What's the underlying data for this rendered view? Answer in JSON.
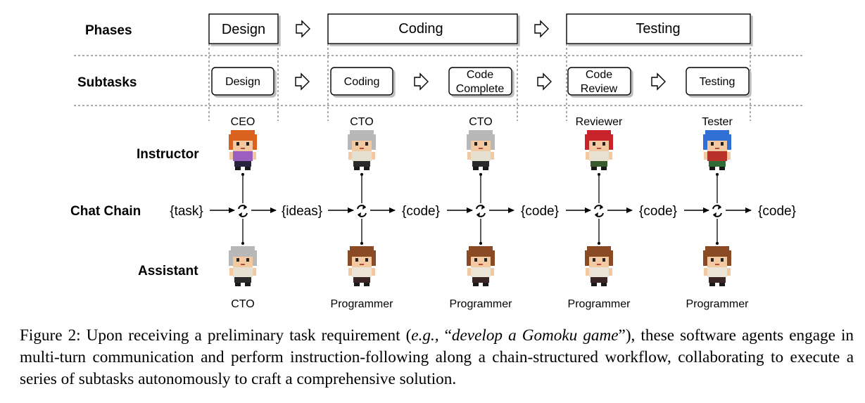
{
  "rows": {
    "phases": "Phases",
    "subtasks": "Subtasks",
    "instructor": "Instructor",
    "chat_chain": "Chat Chain",
    "assistant": "Assistant"
  },
  "phases": [
    "Design",
    "Coding",
    "Testing"
  ],
  "subtasks": [
    {
      "lines": [
        "Design"
      ]
    },
    {
      "lines": [
        "Coding"
      ]
    },
    {
      "lines": [
        "Code",
        "Complete"
      ]
    },
    {
      "lines": [
        "Code",
        "Review"
      ]
    },
    {
      "lines": [
        "Testing"
      ]
    }
  ],
  "chain_tokens": [
    "{task}",
    "{ideas}",
    "{code}",
    "{code}",
    "{code}",
    "{code}"
  ],
  "instructors": [
    {
      "role": "CEO",
      "hair": "#d9621f",
      "shirt": "#9b5fc0",
      "pants": "#2a2340"
    },
    {
      "role": "CTO",
      "hair": "#b8b8b8",
      "shirt": "#e6e0d2",
      "pants": "#2a2a2a"
    },
    {
      "role": "CTO",
      "hair": "#b8b8b8",
      "shirt": "#e6e0d2",
      "pants": "#2a2a2a"
    },
    {
      "role": "Reviewer",
      "hair": "#c8222a",
      "shirt": "#e8e0d0",
      "pants": "#3a5a30"
    },
    {
      "role": "Tester",
      "hair": "#2f6fd6",
      "shirt": "#b8322a",
      "pants": "#2f6b36"
    }
  ],
  "assistants": [
    {
      "role": "CTO",
      "hair": "#b8b8b8",
      "shirt": "#e6e0d2",
      "pants": "#2a2a2a"
    },
    {
      "role": "Programmer",
      "hair": "#8a4a24",
      "shirt": "#ece4d6",
      "pants": "#3a2424"
    },
    {
      "role": "Programmer",
      "hair": "#8a4a24",
      "shirt": "#ece4d6",
      "pants": "#3a2424"
    },
    {
      "role": "Programmer",
      "hair": "#8a4a24",
      "shirt": "#ece4d6",
      "pants": "#3a2424"
    },
    {
      "role": "Programmer",
      "hair": "#8a4a24",
      "shirt": "#ece4d6",
      "pants": "#3a2424"
    }
  ],
  "caption": {
    "prefix": "Figure 2: Upon receiving a preliminary task requirement (",
    "eg": "e.g.,",
    "open_quote": " “",
    "example": "develop a Gomoku game",
    "rest": "”), these software agents engage in multi-turn communication and perform instruction-following along a chain-structured workflow, collaborating to execute a series of subtasks autonomously to craft a comprehensive solution."
  }
}
